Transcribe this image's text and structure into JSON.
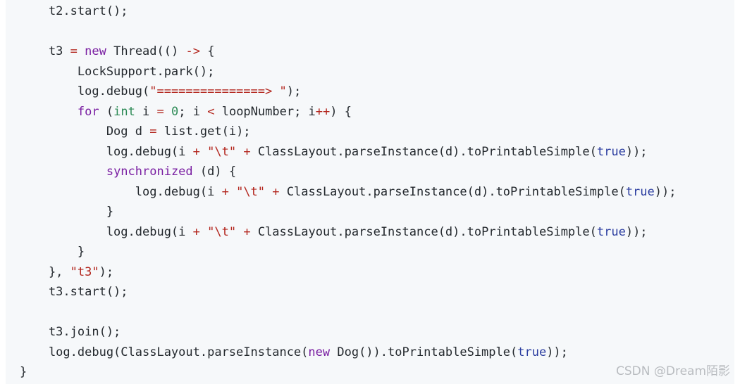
{
  "code": {
    "lines": [
      [
        {
          "t": "    t2.start();",
          "c": ""
        }
      ],
      [
        {
          "t": "",
          "c": ""
        }
      ],
      [
        {
          "t": "    t3 ",
          "c": ""
        },
        {
          "t": "=",
          "c": "op"
        },
        {
          "t": " ",
          "c": ""
        },
        {
          "t": "new",
          "c": "kw"
        },
        {
          "t": " Thread(() ",
          "c": ""
        },
        {
          "t": "->",
          "c": "op"
        },
        {
          "t": " {",
          "c": ""
        }
      ],
      [
        {
          "t": "        LockSupport.park();",
          "c": ""
        }
      ],
      [
        {
          "t": "        log.debug(",
          "c": ""
        },
        {
          "t": "\"===============> \"",
          "c": "str"
        },
        {
          "t": ");",
          "c": ""
        }
      ],
      [
        {
          "t": "        ",
          "c": ""
        },
        {
          "t": "for",
          "c": "kw"
        },
        {
          "t": " (",
          "c": ""
        },
        {
          "t": "int",
          "c": "type"
        },
        {
          "t": " i ",
          "c": ""
        },
        {
          "t": "=",
          "c": "op"
        },
        {
          "t": " ",
          "c": ""
        },
        {
          "t": "0",
          "c": "num"
        },
        {
          "t": "; i ",
          "c": ""
        },
        {
          "t": "<",
          "c": "op"
        },
        {
          "t": " loopNumber; i",
          "c": ""
        },
        {
          "t": "++",
          "c": "op"
        },
        {
          "t": ") {",
          "c": ""
        }
      ],
      [
        {
          "t": "            Dog d ",
          "c": ""
        },
        {
          "t": "=",
          "c": "op"
        },
        {
          "t": " list.get(i);",
          "c": ""
        }
      ],
      [
        {
          "t": "            log.debug(i ",
          "c": ""
        },
        {
          "t": "+",
          "c": "op"
        },
        {
          "t": " ",
          "c": ""
        },
        {
          "t": "\"\\t\"",
          "c": "str"
        },
        {
          "t": " ",
          "c": ""
        },
        {
          "t": "+",
          "c": "op"
        },
        {
          "t": " ClassLayout.parseInstance(d).toPrintableSimple(",
          "c": ""
        },
        {
          "t": "true",
          "c": "bool"
        },
        {
          "t": "));",
          "c": ""
        }
      ],
      [
        {
          "t": "            ",
          "c": ""
        },
        {
          "t": "synchronized",
          "c": "kw"
        },
        {
          "t": " (d) {",
          "c": ""
        }
      ],
      [
        {
          "t": "                log.debug(i ",
          "c": ""
        },
        {
          "t": "+",
          "c": "op"
        },
        {
          "t": " ",
          "c": ""
        },
        {
          "t": "\"\\t\"",
          "c": "str"
        },
        {
          "t": " ",
          "c": ""
        },
        {
          "t": "+",
          "c": "op"
        },
        {
          "t": " ClassLayout.parseInstance(d).toPrintableSimple(",
          "c": ""
        },
        {
          "t": "true",
          "c": "bool"
        },
        {
          "t": "));",
          "c": ""
        }
      ],
      [
        {
          "t": "            }",
          "c": ""
        }
      ],
      [
        {
          "t": "            log.debug(i ",
          "c": ""
        },
        {
          "t": "+",
          "c": "op"
        },
        {
          "t": " ",
          "c": ""
        },
        {
          "t": "\"\\t\"",
          "c": "str"
        },
        {
          "t": " ",
          "c": ""
        },
        {
          "t": "+",
          "c": "op"
        },
        {
          "t": " ClassLayout.parseInstance(d).toPrintableSimple(",
          "c": ""
        },
        {
          "t": "true",
          "c": "bool"
        },
        {
          "t": "));",
          "c": ""
        }
      ],
      [
        {
          "t": "        }",
          "c": ""
        }
      ],
      [
        {
          "t": "    }, ",
          "c": ""
        },
        {
          "t": "\"t3\"",
          "c": "str"
        },
        {
          "t": ");",
          "c": ""
        }
      ],
      [
        {
          "t": "    t3.start();",
          "c": ""
        }
      ],
      [
        {
          "t": "",
          "c": ""
        }
      ],
      [
        {
          "t": "    t3.join();",
          "c": ""
        }
      ],
      [
        {
          "t": "    log.debug(ClassLayout.parseInstance(",
          "c": ""
        },
        {
          "t": "new",
          "c": "kw"
        },
        {
          "t": " Dog()).toPrintableSimple(",
          "c": ""
        },
        {
          "t": "true",
          "c": "bool"
        },
        {
          "t": "));",
          "c": ""
        }
      ],
      [
        {
          "t": "}",
          "c": ""
        }
      ]
    ]
  },
  "watermark": "CSDN @Dream陌影",
  "colors": {
    "background": "#f6f8fa",
    "text": "#24292e",
    "keyword": "#7a1fa2",
    "type": "#2e8b57",
    "string": "#b3261e",
    "boolean": "#2c3ea0"
  }
}
